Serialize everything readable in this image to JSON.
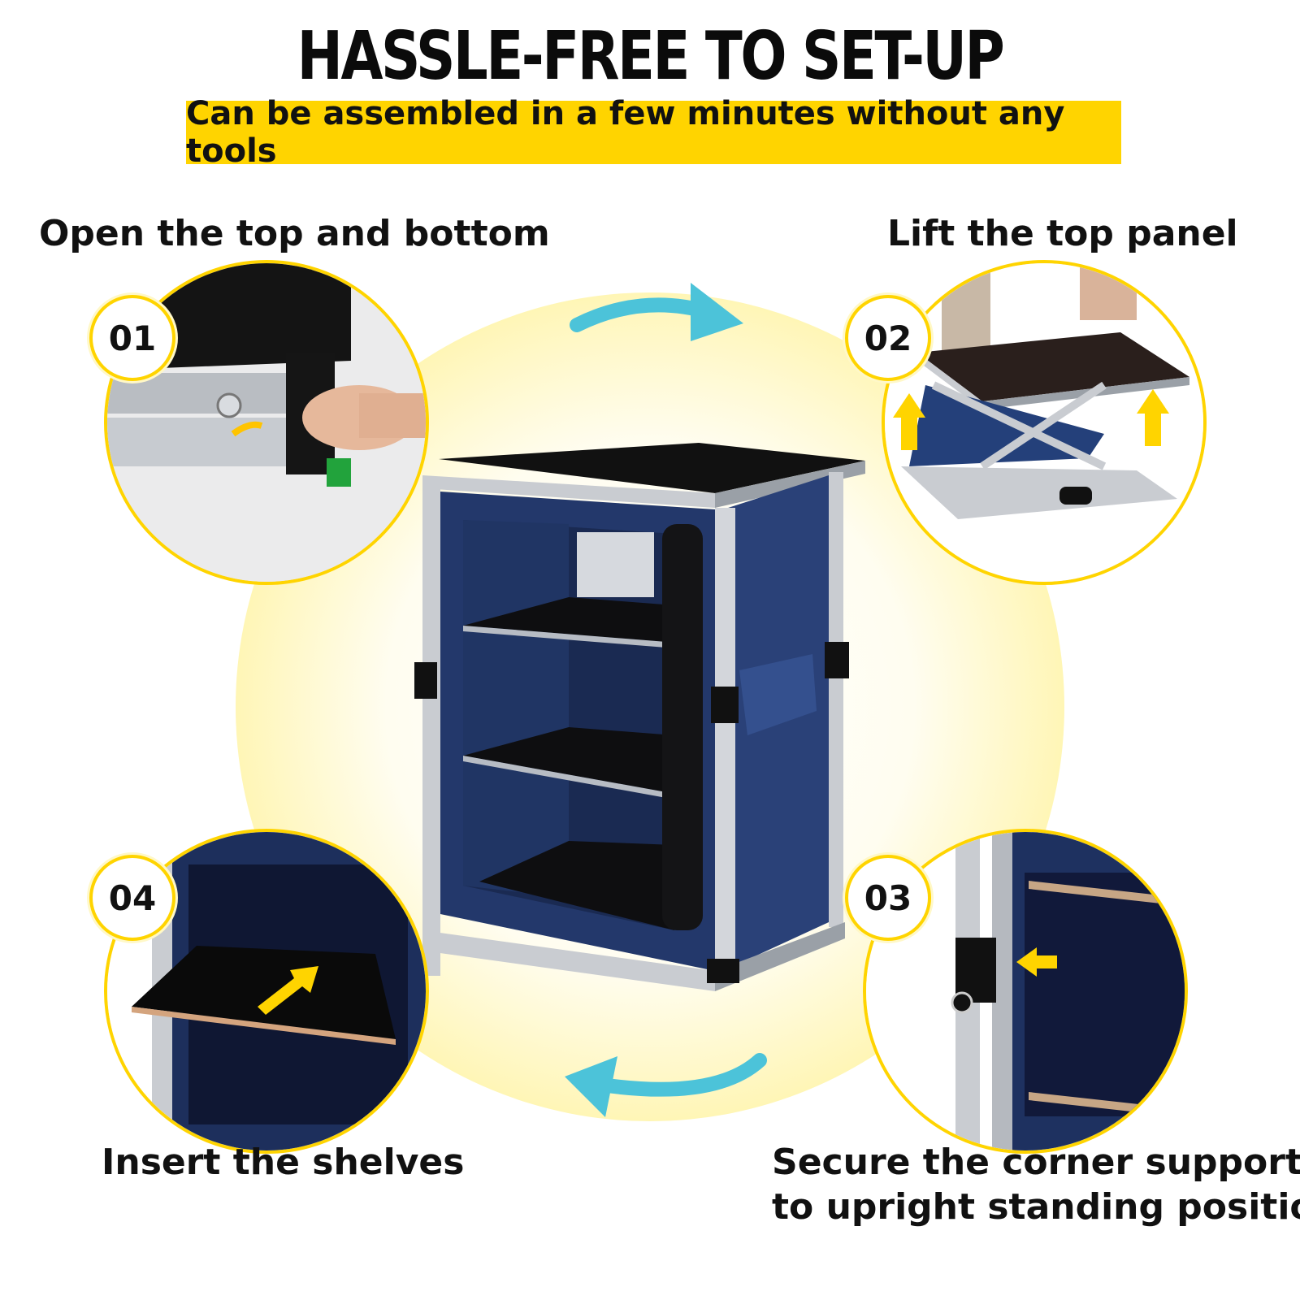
{
  "header": {
    "title": "HASSLE-FREE TO SET-UP",
    "subtitle": "Can be assembled in a few minutes without any tools"
  },
  "steps": [
    {
      "number": "01",
      "label": "Open the top and bottom"
    },
    {
      "number": "02",
      "label": "Lift the top panel"
    },
    {
      "number": "03",
      "label_line1": "Secure the corner supports",
      "label_line2": "to upright standing position"
    },
    {
      "number": "04",
      "label": "Insert the shelves"
    }
  ],
  "colors": {
    "accent_yellow": "#ffd400",
    "arrow_teal": "#4cc3d9",
    "cabinet_blue": "#1f3567",
    "frame_silver": "#c9ccd1"
  }
}
